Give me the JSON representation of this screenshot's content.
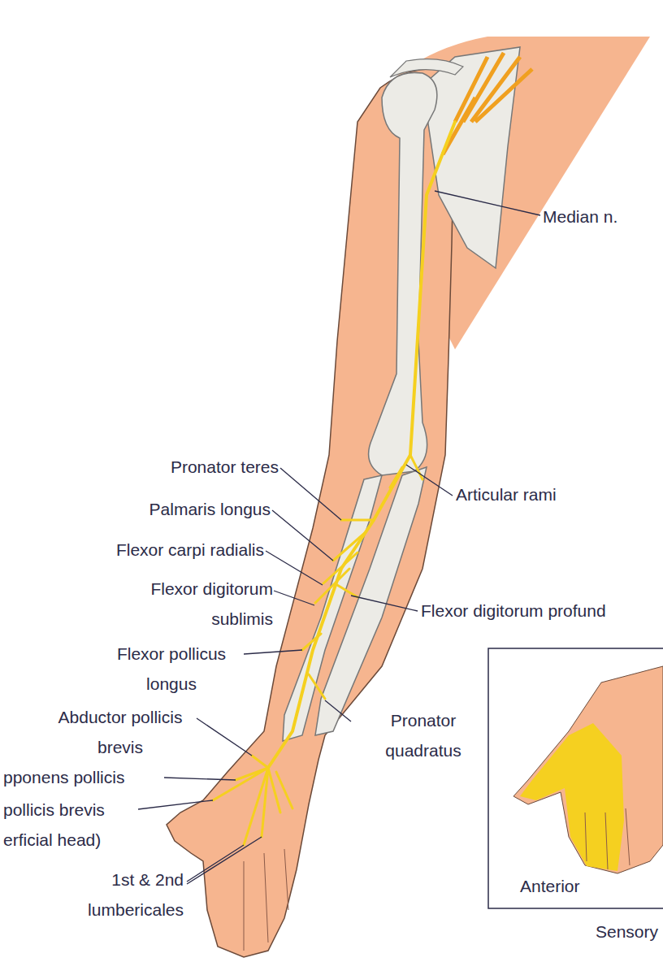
{
  "diagram": {
    "labels": [
      "Median n.",
      "Pronator teres",
      "Palmaris longus",
      "Flexor carpi radialis",
      "Flexor digitorum sublimis",
      "Flexor pollicus longus",
      "Articular rami",
      "Flexor digitorum profund",
      "Pronator quadratus",
      "Abductor pollicis brevis",
      "pponens pollicis",
      "pollicis brevis",
      "erficial head)",
      "1st & 2nd lumbericales",
      "Anterior",
      "Sensory"
    ]
  }
}
